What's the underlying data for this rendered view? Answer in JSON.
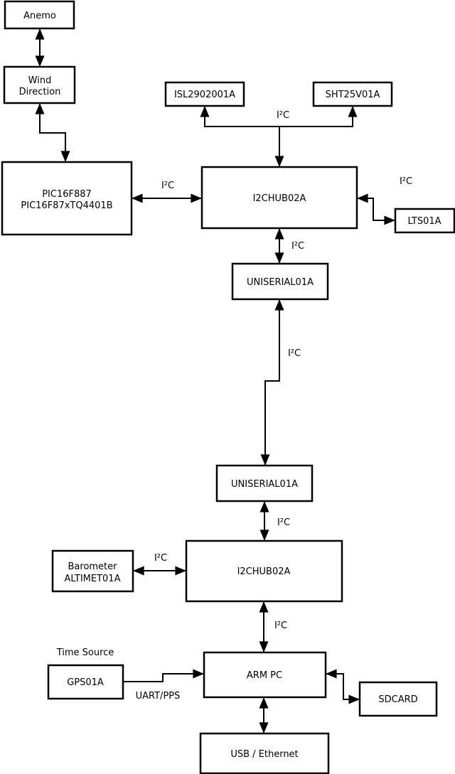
{
  "nodes": {
    "anemo": {
      "label": "Anemo"
    },
    "wind_direction": {
      "line1": "Wind",
      "line2": "Direction"
    },
    "pic": {
      "line1": "PIC16F887",
      "line2": "PIC16F87xTQ4401B"
    },
    "isl": {
      "label": "ISL2902001A"
    },
    "sht": {
      "label": "SHT25V01A"
    },
    "i2c_hub_top": {
      "label": "I2CHUB02A"
    },
    "lts": {
      "label": "LTS01A"
    },
    "uniserial_top": {
      "label": "UNISERIAL01A"
    },
    "uniserial_bottom": {
      "label": "UNISERIAL01A"
    },
    "i2c_hub_bottom": {
      "label": "I2CHUB02A"
    },
    "barometer": {
      "line1": "Barometer",
      "line2": "ALTIMET01A"
    },
    "gps": {
      "label": "GPS01A"
    },
    "arm_pc": {
      "label": "ARM PC"
    },
    "sdcard": {
      "label": "SDCARD"
    },
    "usb_ethernet": {
      "label": "USB / Ethernet"
    }
  },
  "edge_labels": {
    "sensor_bus": "I²C",
    "pic_to_hub1": "I²C",
    "hub1_to_lts": "I²C",
    "hub1_to_uniserial": "I²C",
    "uniserial_link": "I²C",
    "uniserial_to_hub2": "I²C",
    "barometer_to_hub2": "I²C",
    "hub2_to_armpc": "I²C",
    "gps_to_armpc": "UART/PPS"
  },
  "annotations": {
    "time_source": "Time Source"
  },
  "colors": {
    "line": "#000000",
    "box_fill": "#ffffff",
    "background": "#ffffff"
  }
}
